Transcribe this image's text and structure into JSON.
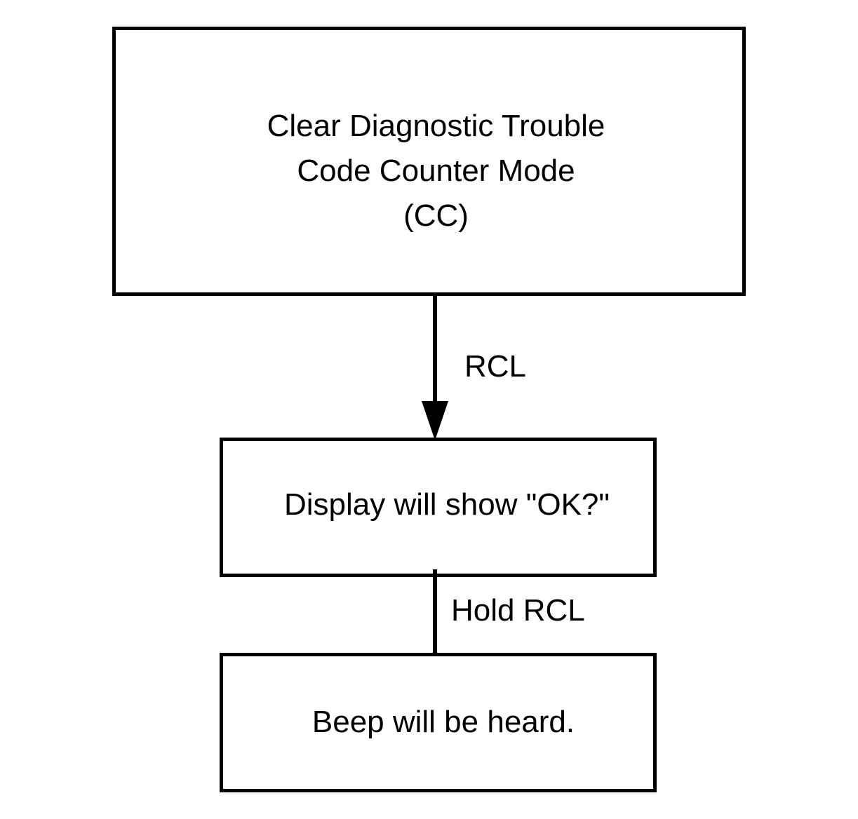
{
  "nodes": {
    "clear_mode": {
      "lines": [
        "Clear Diagnostic Trouble",
        "Code Counter Mode",
        "(CC)"
      ]
    },
    "display": {
      "text": "Display will show \"OK?\""
    },
    "beep": {
      "text": "Beep will be heard."
    }
  },
  "edges": {
    "clear_to_display": {
      "label": "RCL",
      "arrow": true
    },
    "display_to_beep": {
      "label": "Hold RCL",
      "arrow": false
    }
  },
  "colors": {
    "stroke": "#000000",
    "background": "#ffffff"
  }
}
